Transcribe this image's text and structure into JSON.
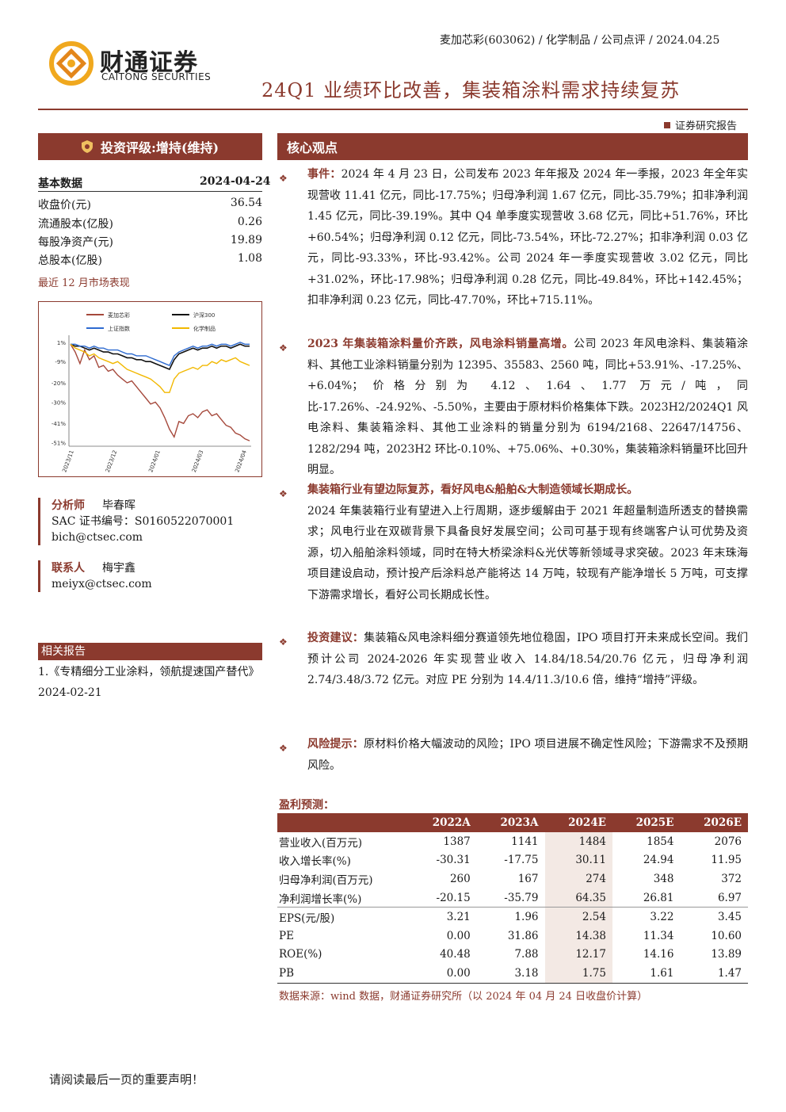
{
  "header": {
    "meta": "麦加芯彩(603062) / 化学制品  / 公司点评  / 2024.04.25",
    "logo_cn": "财通证券",
    "logo_en": "CAITONG SECURITIES",
    "title": "24Q1 业绩环比改善，集装箱涂料需求持续复苏",
    "report_type": "证券研究报告"
  },
  "rating": "投资评级:增持(维持)",
  "core_title": "核心观点",
  "basic": {
    "title": "基本数据",
    "date": "2024-04-24",
    "rows": [
      {
        "label": "收盘价(元)",
        "value": "36.54"
      },
      {
        "label": "流通股本(亿股)",
        "value": "0.26"
      },
      {
        "label": "每股净资产(元)",
        "value": "19.89"
      },
      {
        "label": "总股本(亿股)",
        "value": "1.08"
      }
    ]
  },
  "market_title": "最近 12 月市场表现",
  "chart_data": {
    "type": "line",
    "legend": [
      "麦加芯彩",
      "沪深300",
      "上证指数",
      "化学制品"
    ],
    "colors": [
      "#a5483b",
      "#111111",
      "#2e6bd0",
      "#f2b800"
    ],
    "y_ticks": [
      "1%",
      "-9%",
      "-20%",
      "-30%",
      "-41%",
      "-51%"
    ],
    "y_values": [
      1,
      -9,
      -20,
      -30,
      -41,
      -51
    ],
    "x_ticks": [
      "2023/11",
      "2023/12",
      "2024/01",
      "2024/03",
      "2024/04"
    ],
    "ylim": [
      -52,
      3
    ],
    "series": [
      {
        "name": "麦加芯彩",
        "values": [
          0,
          -4,
          -10,
          -3,
          -8,
          -6,
          -12,
          -11,
          -14,
          -13,
          -16,
          -18,
          -20,
          -19,
          -22,
          -25,
          -28,
          -31,
          -30,
          -33,
          -38,
          -44,
          -48,
          -40,
          -41,
          -37,
          -36,
          -38,
          -35,
          -34,
          -37,
          -36,
          -39,
          -42,
          -43,
          -46,
          -47,
          -49,
          -50
        ]
      },
      {
        "name": "沪深300",
        "values": [
          0,
          -1,
          -1,
          -2,
          -3,
          -2,
          -3,
          -4,
          -4,
          -5,
          -5,
          -6,
          -7,
          -7,
          -8,
          -8,
          -9,
          -9,
          -10,
          -11,
          -12,
          -13,
          -8,
          -5,
          -4,
          -3,
          -2,
          -3,
          -2,
          -2,
          -1,
          -2,
          -1,
          -1,
          -2,
          -1,
          0,
          -1,
          -1
        ]
      },
      {
        "name": "上证指数",
        "values": [
          0,
          0,
          -1,
          -1,
          -2,
          -1,
          -2,
          -2,
          -3,
          -3,
          -3,
          -4,
          -5,
          -5,
          -6,
          -6,
          -6,
          -7,
          -8,
          -9,
          -10,
          -11,
          -6,
          -4,
          -3,
          -2,
          -1,
          -2,
          -1,
          -1,
          0,
          -1,
          0,
          0,
          -1,
          0,
          1,
          0,
          0
        ]
      },
      {
        "name": "化学制品",
        "values": [
          0,
          -2,
          -3,
          -4,
          -6,
          -5,
          -7,
          -8,
          -9,
          -10,
          -9,
          -11,
          -13,
          -14,
          -15,
          -16,
          -17,
          -18,
          -20,
          -22,
          -25,
          -25,
          -18,
          -15,
          -14,
          -13,
          -12,
          -13,
          -11,
          -11,
          -9,
          -10,
          -8,
          -9,
          -8,
          -7,
          -9,
          -10,
          -11
        ]
      }
    ]
  },
  "analysts": [
    {
      "label": "分析师",
      "name": "毕春晖",
      "lines": [
        "SAC 证书编号：S0160522070001",
        "bich@ctsec.com"
      ]
    },
    {
      "label": "联系人",
      "name": "梅宇鑫",
      "lines": [
        "meiyx@ctsec.com"
      ]
    }
  ],
  "related": {
    "title": "相关报告",
    "items": [
      "1.《专精细分工业涂料，领航提速国产替代》    2024-02-21"
    ]
  },
  "points": [
    {
      "head": "事件：",
      "text": "2024 年 4 月 23 日，公司发布 2023 年年报及 2024 年一季报，2023 年全年实现营收 11.41 亿元，同比-17.75%；归母净利润 1.67 亿元，同比-35.79%；扣非净利润 1.45 亿元，同比-39.19%。其中 Q4 单季度实现营收 3.68 亿元，同比+51.76%，环比+60.54%；归母净利润 0.12 亿元，同比-73.54%，环比-72.27%；扣非净利润 0.03 亿元，同比-93.33%，环比-93.42%。公司 2024 年一季度实现营收 3.02 亿元，同比+31.02%，环比-17.98%；归母净利润 0.28 亿元，同比-49.84%，环比+142.45%；扣非净利润 0.23 亿元，同比-47.70%，环比+715.11%。"
    },
    {
      "head": "2023 年集装箱涂料量价齐跌，风电涂料销量高增。",
      "text": "公司 2023 年风电涂料、集装箱涂料、其他工业涂料销量分别为 12395、35583、2560 吨，同比+53.91%、-17.25%、+6.04%；价格分别为 4.12、1.64、1.77 万元/吨，同比-17.26%、-24.92%、-5.50%，主要由于原材料价格集体下跌。2023H2/2024Q1 风电涂料、集装箱涂料、其他工业涂料的销量分别为 6194/2168、22647/14756、1282/294 吨，2023H2 环比-0.10%、+75.06%、+0.30%，集装箱涂料销量环比回升明显。"
    },
    {
      "head": "集装箱行业有望边际复苏，看好风电&船舶&大制造领域长期成长。",
      "text": "2024 年集装箱行业有望进入上行周期，逐步缓解由于 2021 年超量制造所透支的替换需求；风电行业在双碳背景下具备良好发展空间；公司可基于现有终端客户认可优势及资源，切入船舶涂料领域，同时在特大桥梁涂料&光伏等新领域寻求突破。2023 年末珠海项目建设启动，预计投产后涂料总产能将达 14 万吨，较现有产能净增长 5 万吨，可支撑下游需求增长，看好公司长期成长性。"
    },
    {
      "head": "投资建议：",
      "text": "集装箱&风电涂料细分赛道领先地位稳固，IPO 项目打开未来成长空间。我们预计公司 2024-2026 年实现营业收入 14.84/18.54/20.76 亿元，归母净利润 2.74/3.48/3.72 亿元。对应 PE 分别为 14.4/11.3/10.6 倍，维持“增持”评级。"
    },
    {
      "head": "风险提示：",
      "text": "原材料价格大幅波动的风险；IPO 项目进展不确定性风险；下游需求不及预期风险。"
    }
  ],
  "forecast": {
    "title": "盈利预测：",
    "columns": [
      "",
      "2022A",
      "2023A",
      "2024E",
      "2025E",
      "2026E"
    ],
    "rows": [
      [
        "营业收入(百万元)",
        "1387",
        "1141",
        "1484",
        "1854",
        "2076"
      ],
      [
        "收入增长率(%)",
        "-30.31",
        "-17.75",
        "30.11",
        "24.94",
        "11.95"
      ],
      [
        "归母净利润(百万元)",
        "260",
        "167",
        "274",
        "348",
        "372"
      ],
      [
        "净利润增长率(%)",
        "-20.15",
        "-35.79",
        "64.35",
        "26.81",
        "6.97"
      ],
      [
        "EPS(元/股)",
        "3.21",
        "1.96",
        "2.54",
        "3.22",
        "3.45"
      ],
      [
        "PE",
        "0.00",
        "31.86",
        "14.38",
        "11.34",
        "10.60"
      ],
      [
        "ROE(%)",
        "40.48",
        "7.88",
        "12.17",
        "14.16",
        "13.89"
      ],
      [
        "PB",
        "0.00",
        "3.18",
        "1.75",
        "1.61",
        "1.47"
      ]
    ],
    "source": "数据来源：wind 数据，财通证券研究所（以 2024 年 04 月 24 日收盘价计算）"
  },
  "footer": "请阅读最后一页的重要声明！"
}
